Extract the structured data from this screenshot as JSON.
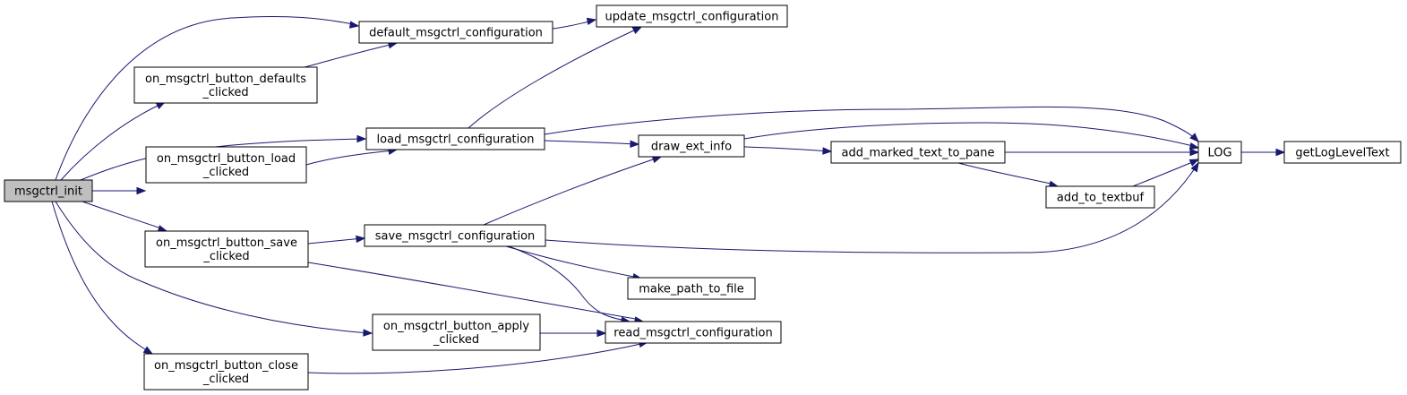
{
  "graph": {
    "colors": {
      "edge": "#191970",
      "root_fill": "#bfbfbf",
      "node_fill": "#ffffff",
      "border": "#000000"
    },
    "nodes": [
      {
        "id": "msgctrl_init",
        "lines": [
          "msgctrl_init"
        ],
        "root": true
      },
      {
        "id": "default_msgctrl_configuration",
        "lines": [
          "default_msgctrl_configuration"
        ]
      },
      {
        "id": "update_msgctrl_configuration",
        "lines": [
          "update_msgctrl_configuration"
        ]
      },
      {
        "id": "on_msgctrl_button_defaults_clicked",
        "lines": [
          "on_msgctrl_button_defaults",
          "_clicked"
        ]
      },
      {
        "id": "load_msgctrl_configuration",
        "lines": [
          "load_msgctrl_configuration"
        ]
      },
      {
        "id": "on_msgctrl_button_load_clicked",
        "lines": [
          "on_msgctrl_button_load",
          "_clicked"
        ]
      },
      {
        "id": "draw_ext_info",
        "lines": [
          "draw_ext_info"
        ]
      },
      {
        "id": "add_marked_text_to_pane",
        "lines": [
          "add_marked_text_to_pane"
        ]
      },
      {
        "id": "LOG",
        "lines": [
          "LOG"
        ]
      },
      {
        "id": "getLogLevelText",
        "lines": [
          "getLogLevelText"
        ]
      },
      {
        "id": "add_to_textbuf",
        "lines": [
          "add_to_textbuf"
        ]
      },
      {
        "id": "on_msgctrl_button_save_clicked",
        "lines": [
          "on_msgctrl_button_save",
          "_clicked"
        ]
      },
      {
        "id": "save_msgctrl_configuration",
        "lines": [
          "save_msgctrl_configuration"
        ]
      },
      {
        "id": "make_path_to_file",
        "lines": [
          "make_path_to_file"
        ]
      },
      {
        "id": "on_msgctrl_button_apply_clicked",
        "lines": [
          "on_msgctrl_button_apply",
          "_clicked"
        ]
      },
      {
        "id": "read_msgctrl_configuration",
        "lines": [
          "read_msgctrl_configuration"
        ]
      },
      {
        "id": "on_msgctrl_button_close_clicked",
        "lines": [
          "on_msgctrl_button_close",
          "_clicked"
        ]
      }
    ],
    "edges": [
      {
        "from": "msgctrl_init",
        "to": "default_msgctrl_configuration"
      },
      {
        "from": "msgctrl_init",
        "to": "on_msgctrl_button_defaults_clicked"
      },
      {
        "from": "msgctrl_init",
        "to": "load_msgctrl_configuration"
      },
      {
        "from": "msgctrl_init",
        "to": "on_msgctrl_button_load_clicked"
      },
      {
        "from": "msgctrl_init",
        "to": "on_msgctrl_button_save_clicked"
      },
      {
        "from": "msgctrl_init",
        "to": "on_msgctrl_button_apply_clicked"
      },
      {
        "from": "msgctrl_init",
        "to": "on_msgctrl_button_close_clicked"
      },
      {
        "from": "default_msgctrl_configuration",
        "to": "update_msgctrl_configuration"
      },
      {
        "from": "on_msgctrl_button_defaults_clicked",
        "to": "default_msgctrl_configuration"
      },
      {
        "from": "load_msgctrl_configuration",
        "to": "update_msgctrl_configuration"
      },
      {
        "from": "load_msgctrl_configuration",
        "to": "LOG"
      },
      {
        "from": "load_msgctrl_configuration",
        "to": "draw_ext_info"
      },
      {
        "from": "on_msgctrl_button_load_clicked",
        "to": "load_msgctrl_configuration"
      },
      {
        "from": "draw_ext_info",
        "to": "LOG"
      },
      {
        "from": "draw_ext_info",
        "to": "add_marked_text_to_pane"
      },
      {
        "from": "add_marked_text_to_pane",
        "to": "LOG"
      },
      {
        "from": "add_marked_text_to_pane",
        "to": "add_to_textbuf"
      },
      {
        "from": "add_to_textbuf",
        "to": "LOG"
      },
      {
        "from": "LOG",
        "to": "getLogLevelText"
      },
      {
        "from": "on_msgctrl_button_save_clicked",
        "to": "save_msgctrl_configuration"
      },
      {
        "from": "on_msgctrl_button_save_clicked",
        "to": "read_msgctrl_configuration"
      },
      {
        "from": "save_msgctrl_configuration",
        "to": "draw_ext_info"
      },
      {
        "from": "save_msgctrl_configuration",
        "to": "LOG"
      },
      {
        "from": "save_msgctrl_configuration",
        "to": "make_path_to_file"
      },
      {
        "from": "save_msgctrl_configuration",
        "to": "read_msgctrl_configuration"
      },
      {
        "from": "on_msgctrl_button_apply_clicked",
        "to": "read_msgctrl_configuration"
      },
      {
        "from": "on_msgctrl_button_close_clicked",
        "to": "read_msgctrl_configuration"
      }
    ]
  }
}
